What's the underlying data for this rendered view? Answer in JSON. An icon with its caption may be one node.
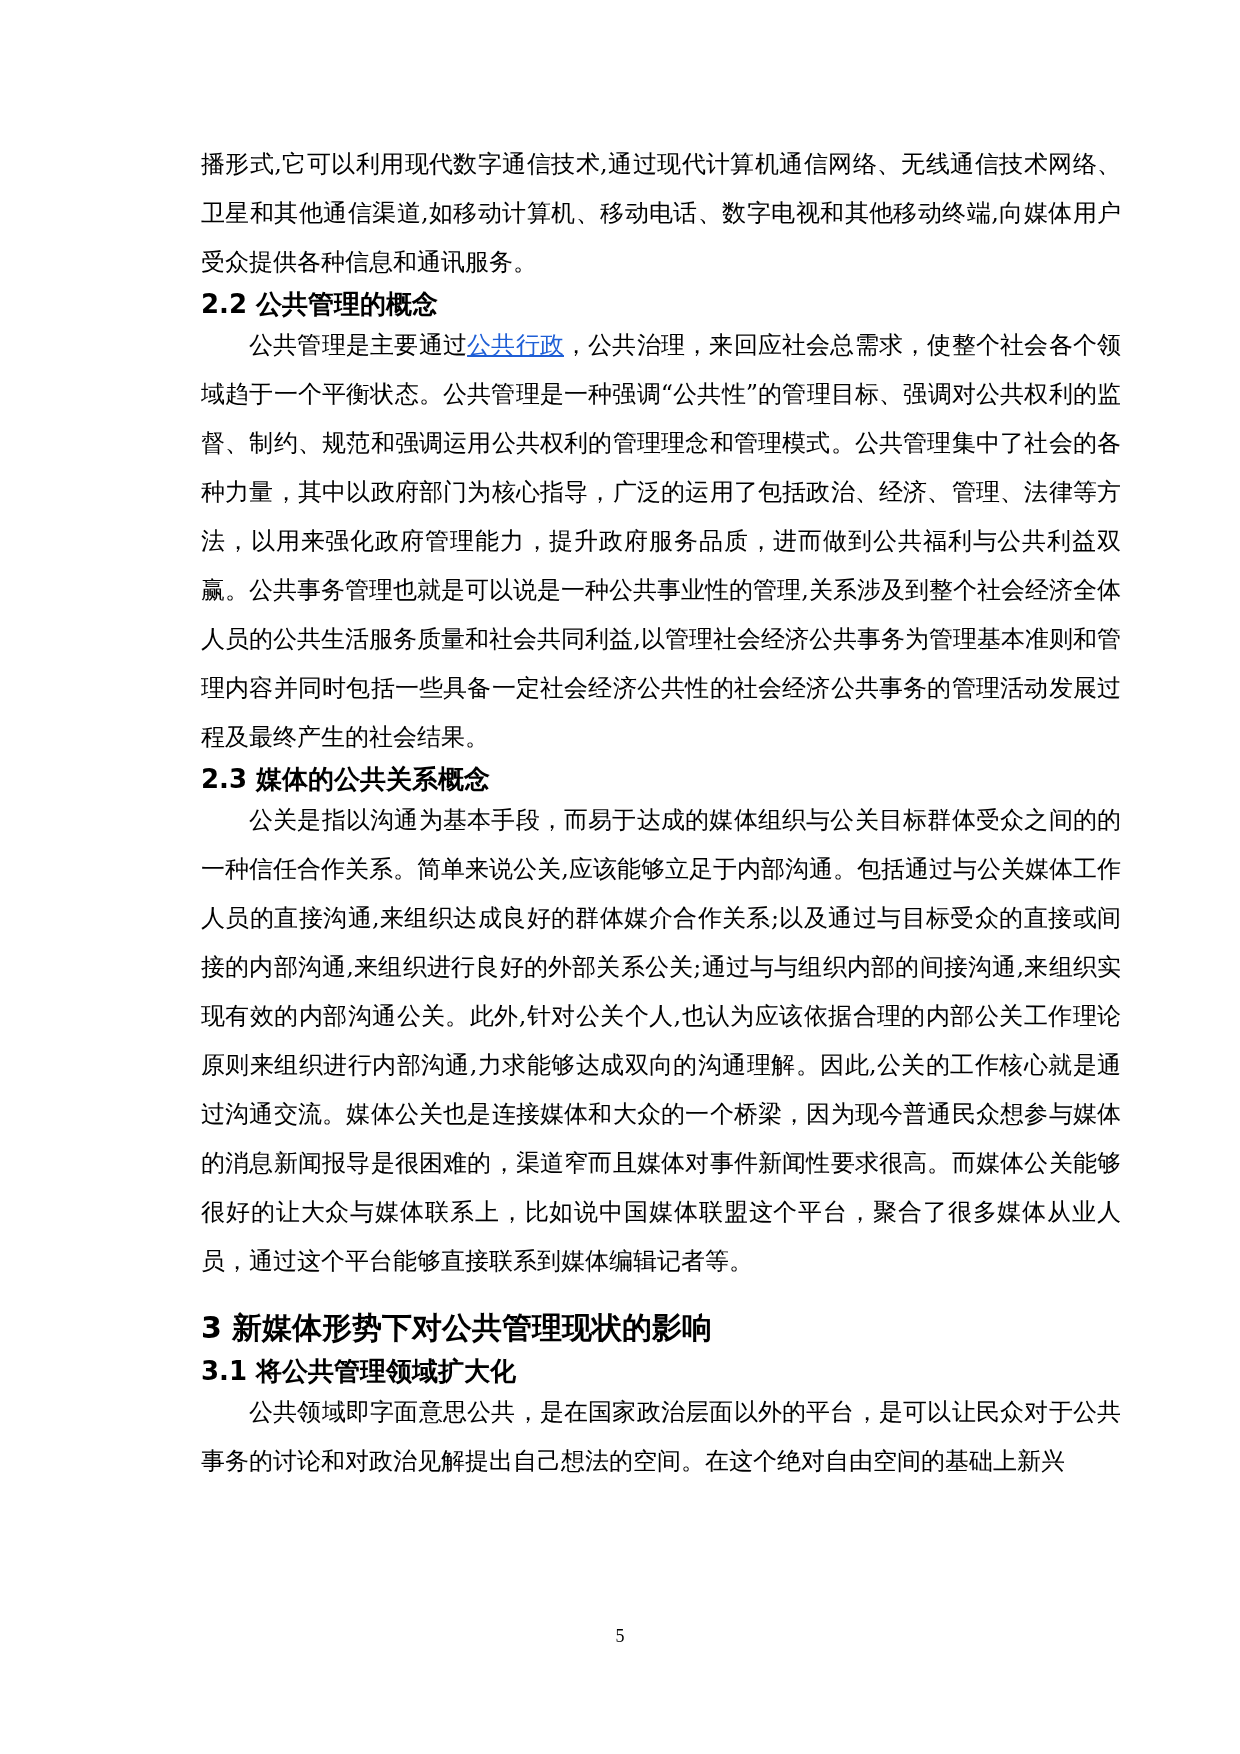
{
  "diagram": {
    "labels": [
      "播形式,它可以利用现代数字通信技术,通过现代计算机通信网络、无线通信技术网络、卫星和其他通信渠道,如移动计算机、移动电话、数字电视和其他移动终端,向媒体用户受众提供各种信息和通讯服务。",
      "2.2 公共管理的概念",
      "公共管理是主要通过",
      "公共行政",
      "，公共治理，来回应社会总需求，使整个社会各个领域趋于一个平衡状态。公共管理是一种强调“公共性”的管理目标、强调对公共权利的监督、制约、规范和强调运用公共权利的管理理念和管理模式。公共管理集中了社会的各种力量，其中以政府部门为核心指导，广泛的运用了包括政治、经济、管理、法律等方法，以用来强化政府管理能力，提升政府服务品质，进而做到公共福利与公共利益双赢。公共事务管理也就是可以说是一种公共事业性的管理,关系涉及到整个社会经济全体人员的公共生活服务质量和社会共同利益,以管理社会经济公共事务为管理基本准则和管理内容并同时包括一些具备一定社会经济公共性的社会经济公共事务的管理活动发展过程及最终产生的社会结果。",
      "2.3 媒体的公共关系概念",
      "公关是指以沟通为基本手段，而易于达成的媒体组织与公关目标群体受众之间的的一种信任合作关系。简单来说公关,应该能够立足于内部沟通。包括通过与公关媒体工作人员的直接沟通,来组织达成良好的群体媒介合作关系;以及通过与目标受众的直接或间接的内部沟通,来组织进行良好的外部关系公关;通过与与组织内部的间接沟通,来组织实现有效的内部沟通公关。此外,针对公关个人,也认为应该依据合理的内部公关工作理论原则来组织进行内部沟通,力求能够达成双向的沟通理解。因此,公关的工作核心就是通过沟通交流。媒体公关也是连接媒体和大众的一个桥梁，因为现今普通民众想参与媒体的消息新闻报导是很困难的，渠道窄而且媒体对事件新闻性要求很高。而媒体公关能够很好的让大众与媒体联系上，比如说中国媒体联盟这个平台，聚合了很多媒体从业人员，通过这个平台能够直接联系到媒体编辑记者等。",
      "3 新媒体形势下对公共管理现状的影响",
      "3.1 将公共管理领域扩大化",
      "公共领域即字面意思公共，是在国家政治层面以外的平台，是可以让民众对于公共事务的讨论和对政治见解提出自己想法的空间。在这个绝对自由空间的基础上新兴",
      "5"
    ]
  }
}
